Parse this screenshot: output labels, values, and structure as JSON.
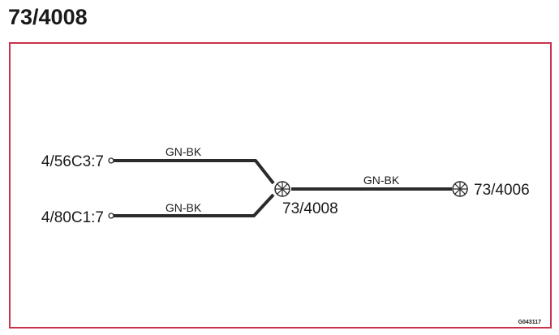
{
  "title": "73/4008",
  "connectors": {
    "input_1": "4/56C3:7",
    "input_2": "4/80C1:7",
    "splice": "73/4008",
    "output": "73/4006"
  },
  "wires": {
    "wire_1": "GN-BK",
    "wire_2": "GN-BK",
    "wire_3": "GN-BK"
  },
  "figure_id": "G043117",
  "colors": {
    "frame": "#c8324a",
    "wire": "#2b2b2b"
  }
}
